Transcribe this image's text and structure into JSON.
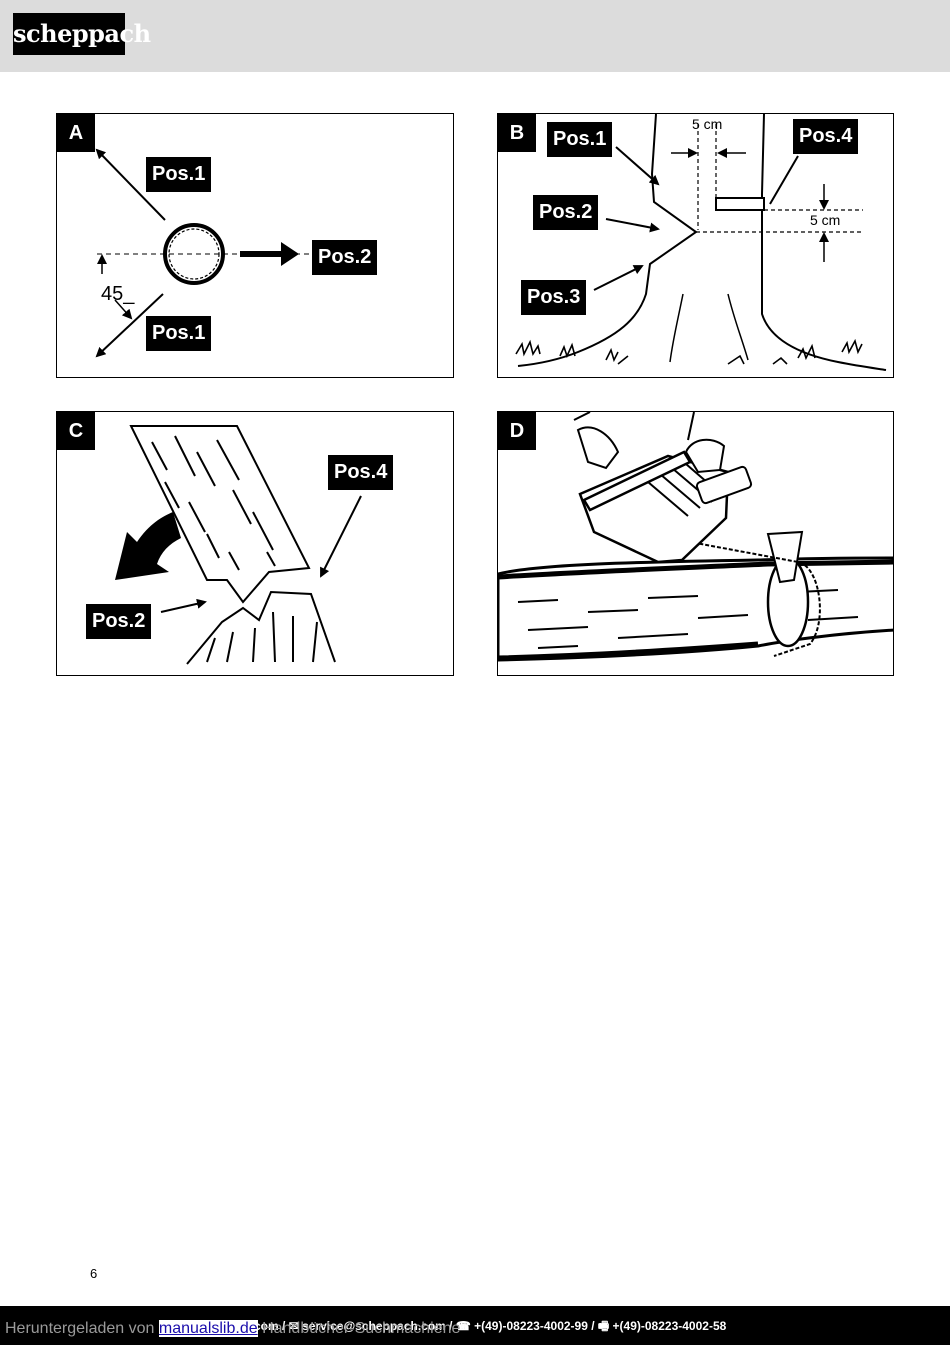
{
  "header": {
    "logo_text": "scheppach"
  },
  "panels": {
    "a": {
      "letter": "A",
      "labels": [
        "Pos.1",
        "Pos.2",
        "Pos.1"
      ],
      "angle": "45_"
    },
    "b": {
      "letter": "B",
      "labels": [
        "Pos.1",
        "Pos.2",
        "Pos.3",
        "Pos.4"
      ],
      "dim_top": "5 cm",
      "dim_right": "5 cm"
    },
    "c": {
      "letter": "C",
      "labels": [
        "Pos.4",
        "Pos.2"
      ]
    },
    "d": {
      "letter": "D"
    }
  },
  "page_number": "6",
  "footer": {
    "contact": "ach.com / ✉ service@scheppach.com / ☎ +(49)-08223-4002-99 / 🖷 +(49)-08223-4002-58",
    "download_prefix": "Heruntergeladen von",
    "download_link": "manualslib.de",
    "download_suffix": "Handbücher-Suchmachiene"
  }
}
